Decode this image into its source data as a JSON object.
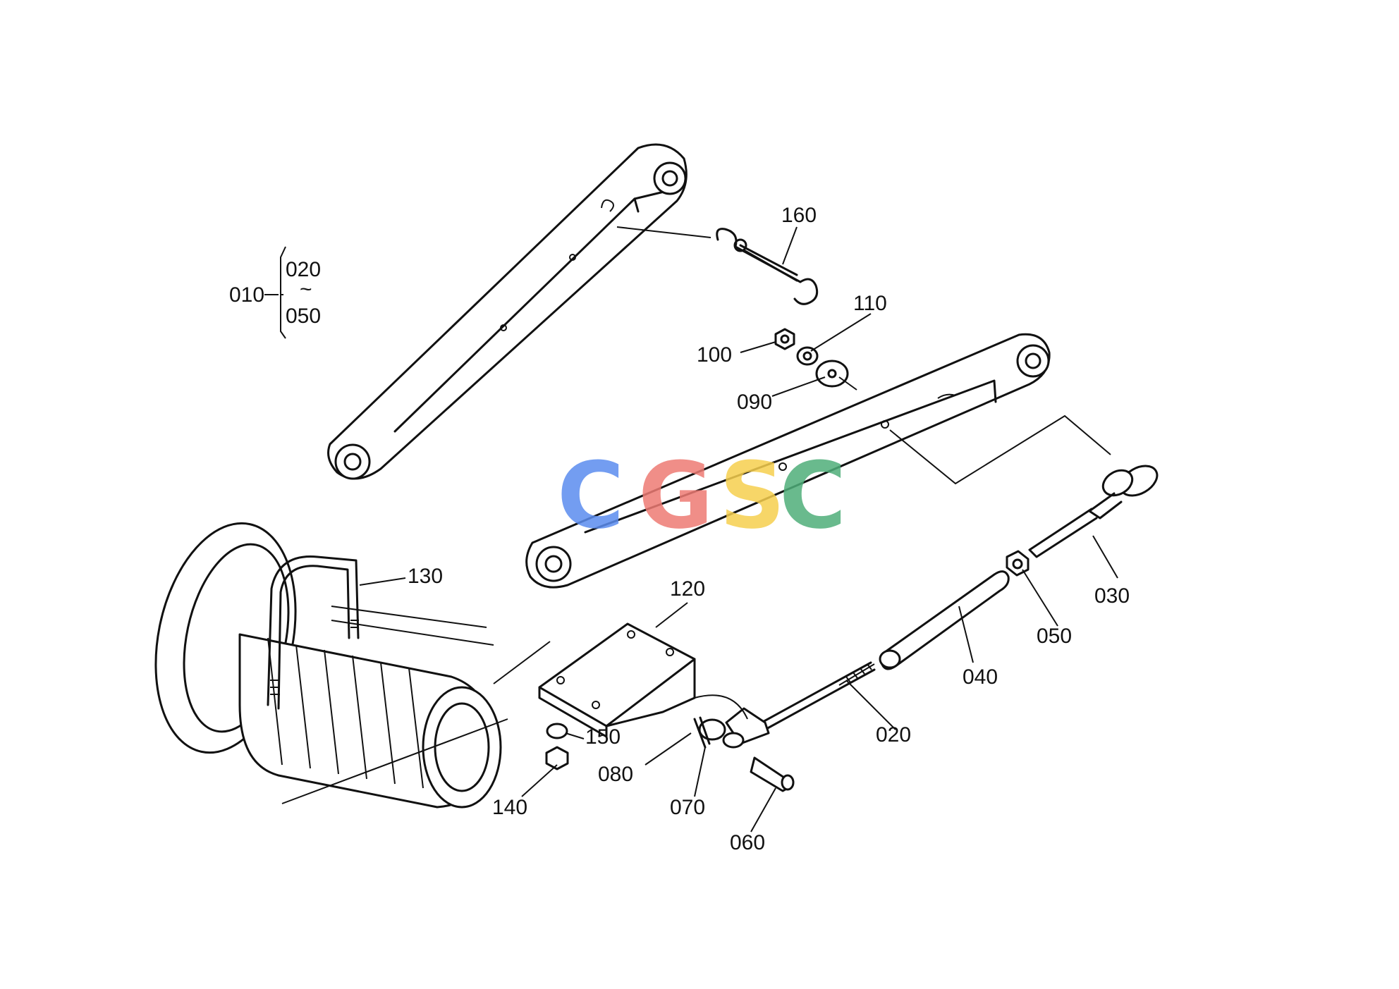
{
  "watermark": {
    "letters": [
      "C",
      "G",
      "S",
      "C"
    ],
    "colors": [
      "#5b8def",
      "#ee7b74",
      "#f6cf4e",
      "#4faf7a"
    ]
  },
  "group_label": {
    "parent": "010",
    "from": "020",
    "tilde": "~",
    "to": "050"
  },
  "callouts": [
    {
      "id": "c160",
      "text": "160"
    },
    {
      "id": "c110",
      "text": "110"
    },
    {
      "id": "c100",
      "text": "100"
    },
    {
      "id": "c090",
      "text": "090"
    },
    {
      "id": "c130",
      "text": "130"
    },
    {
      "id": "c120",
      "text": "120"
    },
    {
      "id": "c030",
      "text": "030"
    },
    {
      "id": "c050",
      "text": "050"
    },
    {
      "id": "c040",
      "text": "040"
    },
    {
      "id": "c020",
      "text": "020"
    },
    {
      "id": "c150",
      "text": "150"
    },
    {
      "id": "c080",
      "text": "080"
    },
    {
      "id": "c140",
      "text": "140"
    },
    {
      "id": "c070",
      "text": "070"
    },
    {
      "id": "c060",
      "text": "060"
    }
  ]
}
